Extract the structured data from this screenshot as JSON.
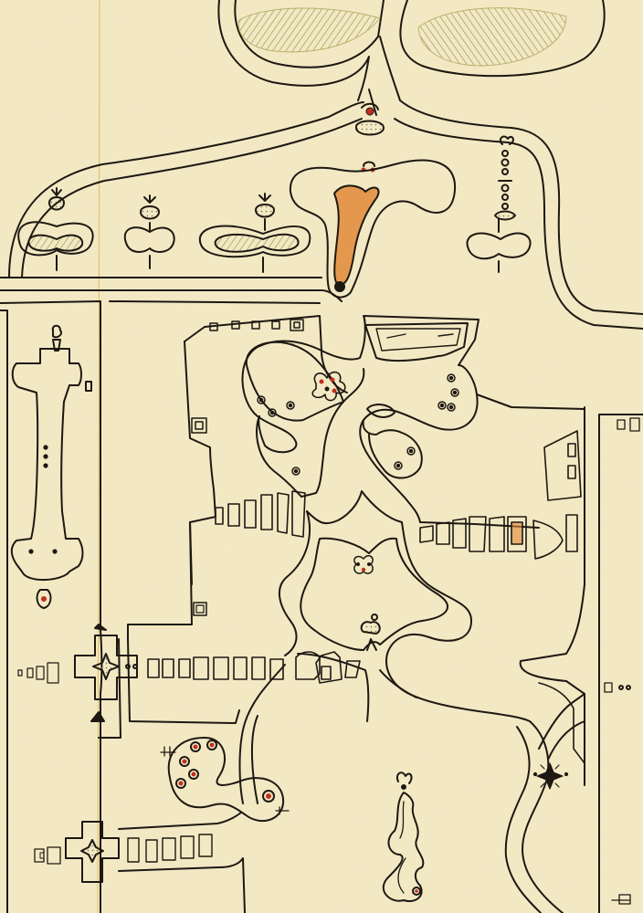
{
  "image": {
    "kind": "hand-drawn ink map drawing on yellowed paper",
    "palette": {
      "paper": "#f5ecc8",
      "ink": "#1d1812",
      "orange_fill": "#e08a3a",
      "red_dot": "#c0301e",
      "green_hatch": "#b7b06a",
      "pencil_rule": "#e3c36d"
    },
    "elements": [
      "twin-lobed-top-form",
      "orange-figure",
      "central-lobed-courtyard",
      "lower-lobed-courtyard",
      "left-cross-avenue",
      "four-point-star-nodes",
      "seal-rows",
      "vine-figure",
      "beaded-column",
      "blossom-eye-cluster"
    ]
  }
}
